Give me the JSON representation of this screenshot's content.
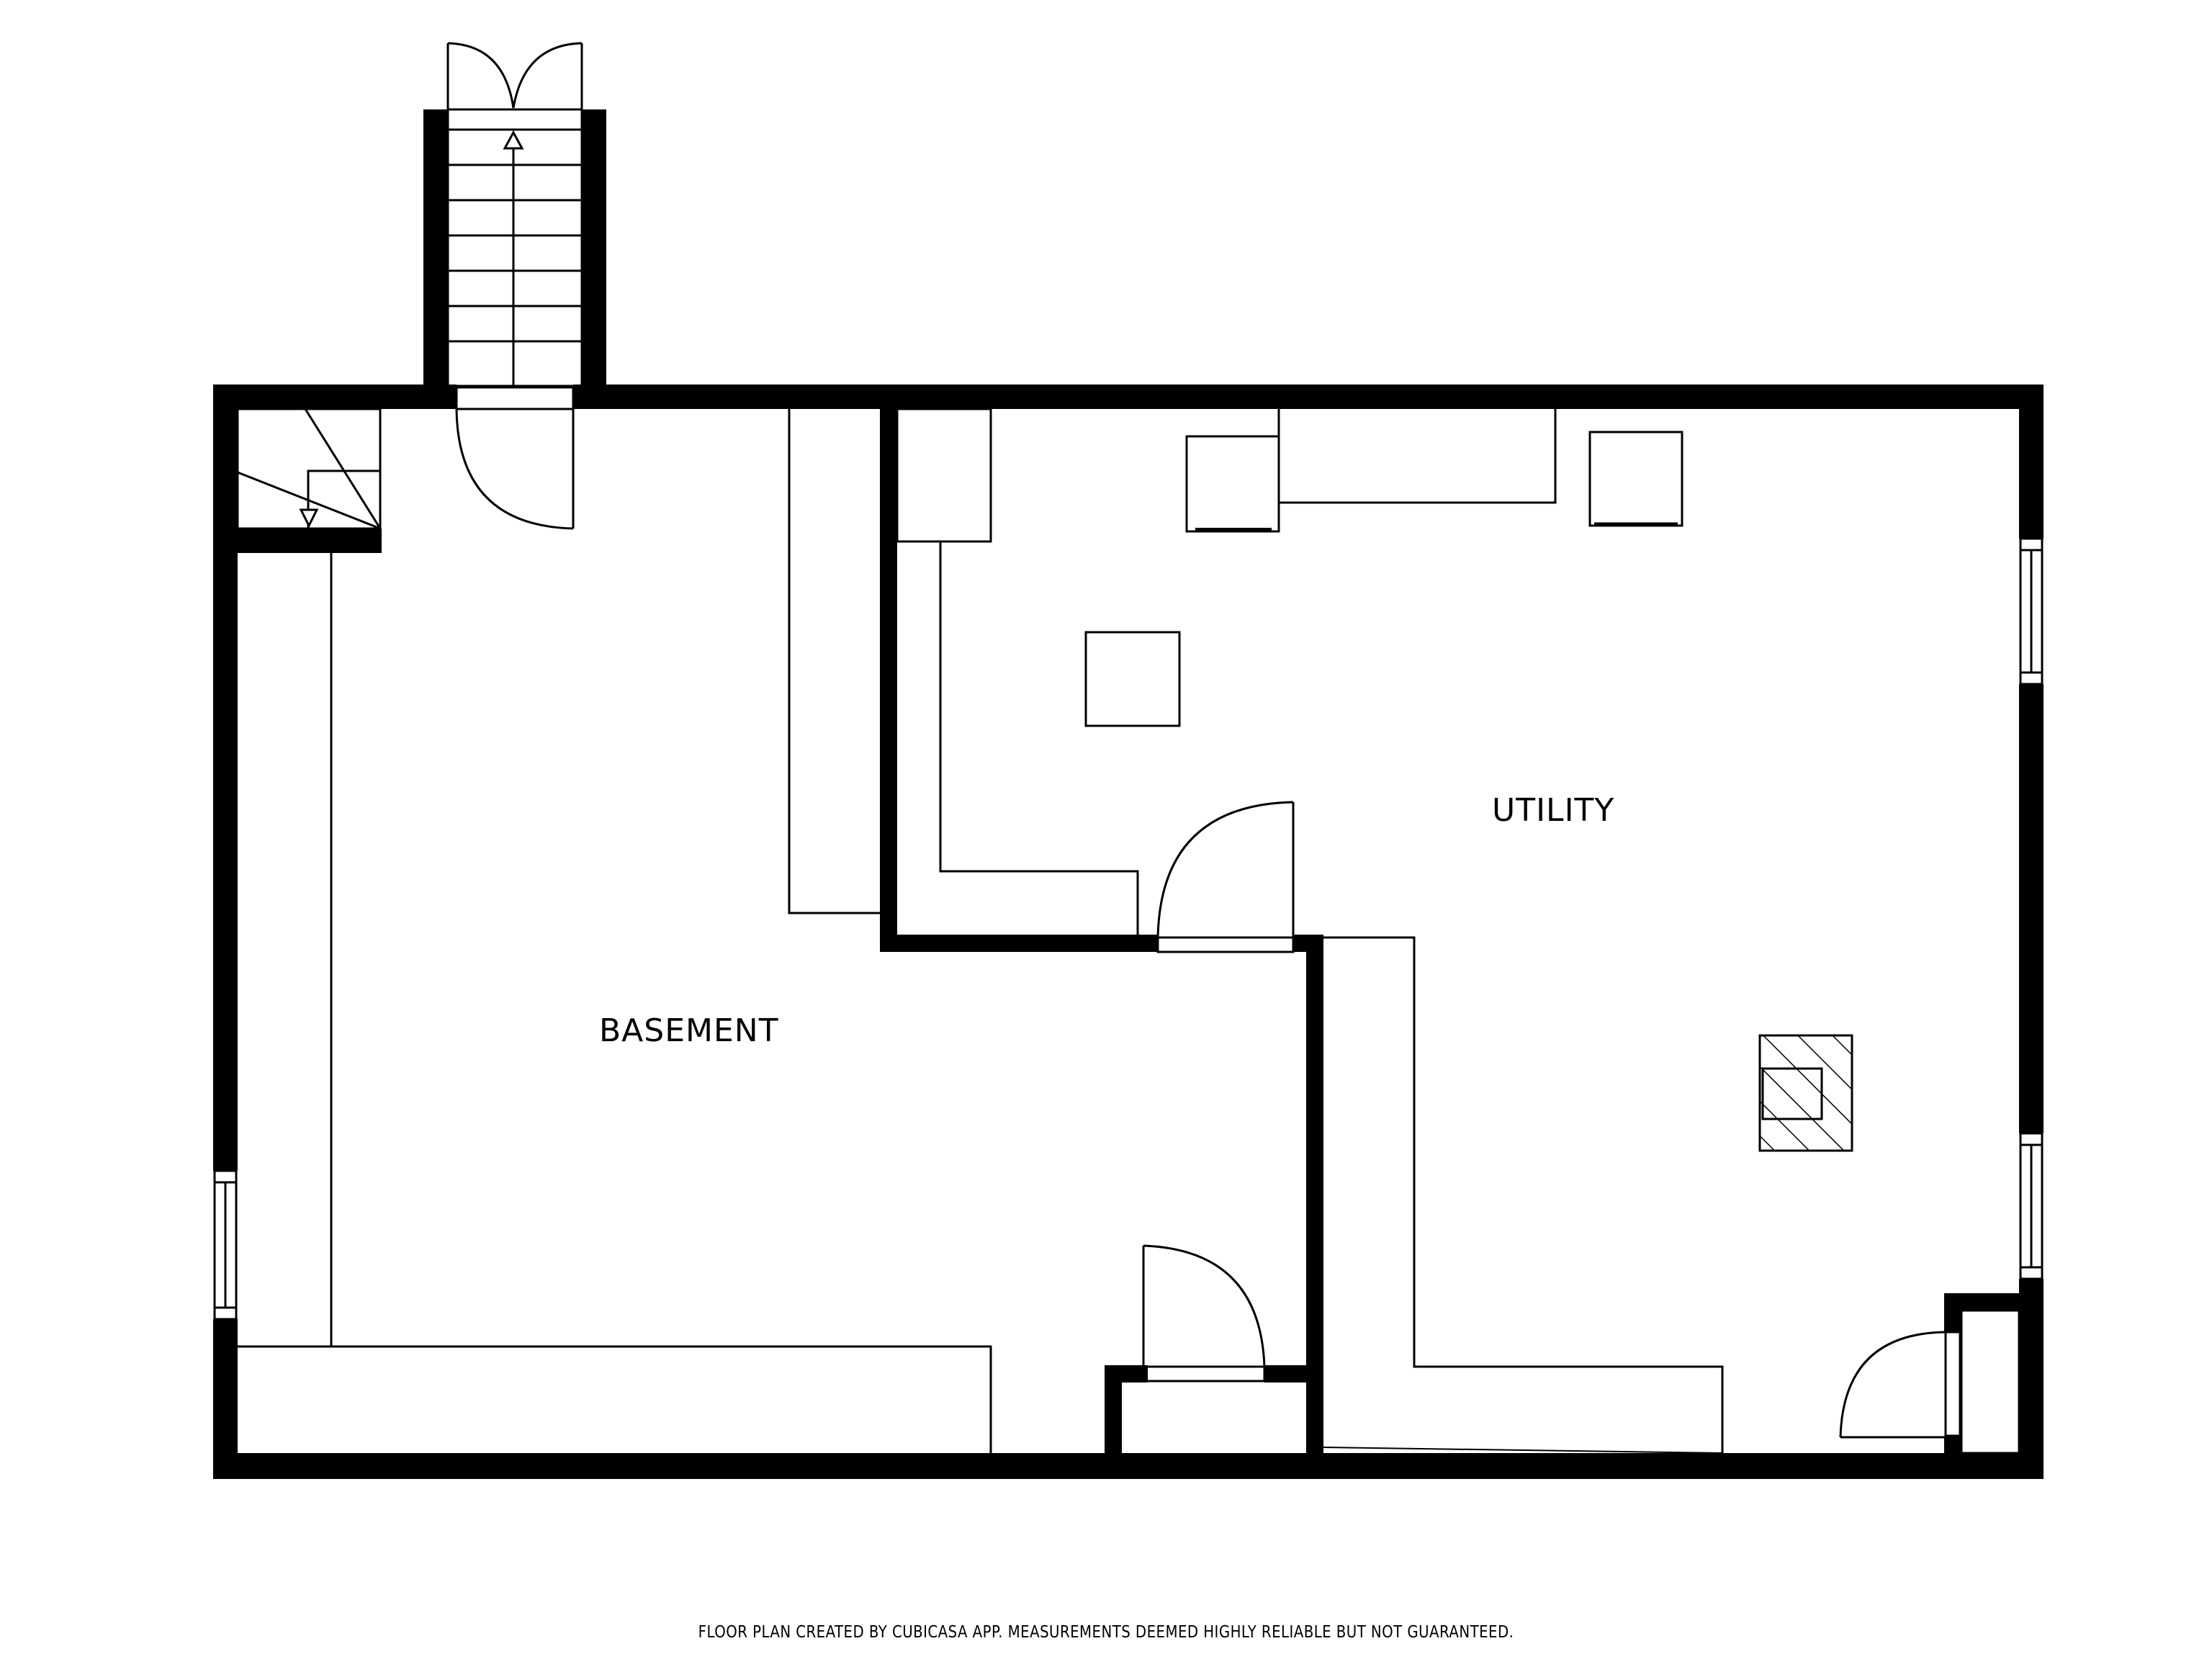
{
  "floor_plan": {
    "rooms": [
      {
        "id": "basement",
        "label": "BASEMENT"
      },
      {
        "id": "utility",
        "label": "UTILITY"
      }
    ],
    "fixtures": {
      "stairs_up": {
        "direction": "up",
        "icon": "arrow-up-icon"
      },
      "stairs_down": {
        "direction": "down",
        "icon": "arrow-down-icon"
      },
      "furnace": {
        "icon": "hatched-fixture-icon"
      }
    },
    "colors": {
      "wall": "#000000",
      "line": "#000000",
      "background": "#ffffff"
    }
  },
  "footer": {
    "disclaimer": "FLOOR PLAN CREATED BY CUBICASA APP. MEASUREMENTS DEEMED HIGHLY RELIABLE BUT NOT GUARANTEED."
  }
}
